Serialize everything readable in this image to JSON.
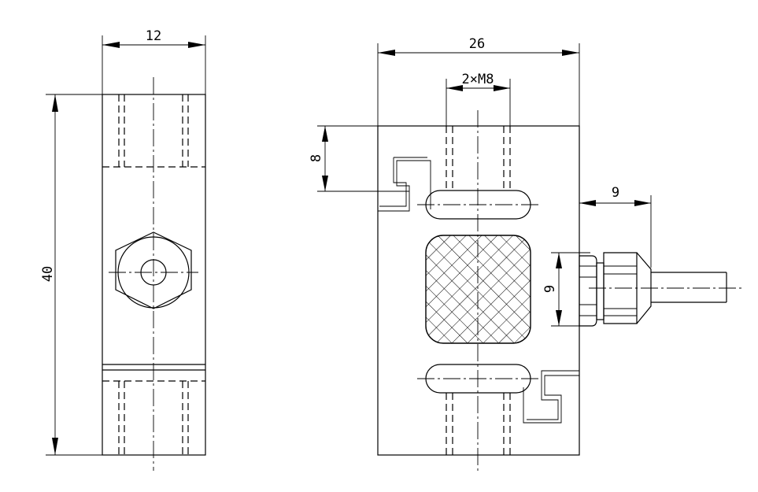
{
  "dimensions": {
    "side_width": "12",
    "side_height": "40",
    "front_width": "26",
    "thread_spec": "2×M8",
    "top_offset": "8",
    "cable_offset": "9",
    "gland_height": "9"
  },
  "colors": {
    "line": "#000000",
    "background": "#ffffff"
  }
}
